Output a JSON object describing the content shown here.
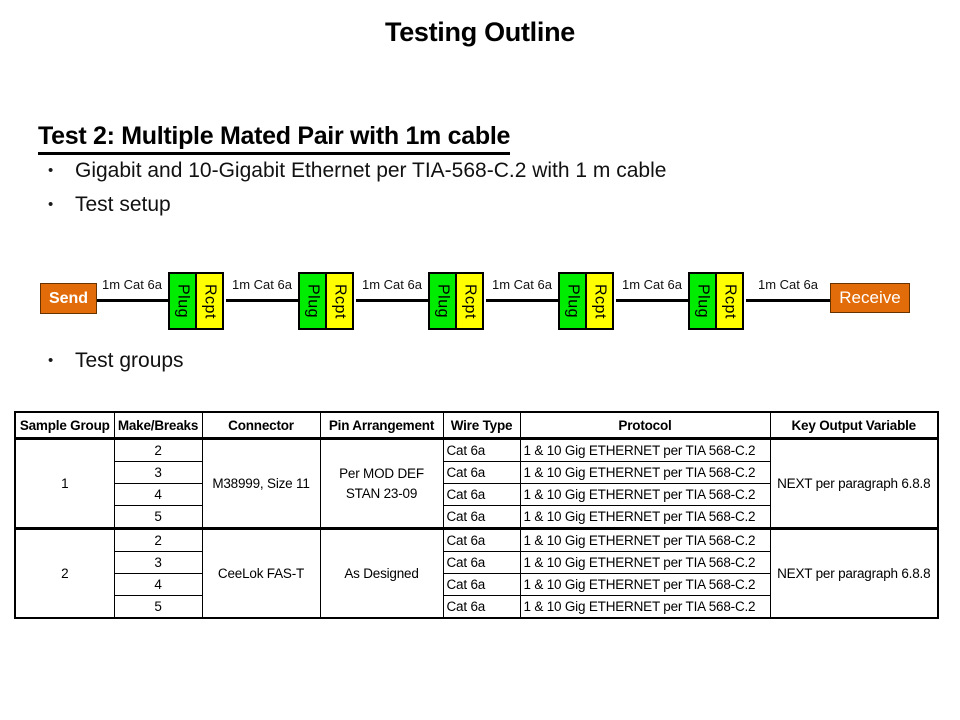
{
  "slide": {
    "title": "Testing Outline"
  },
  "section": {
    "heading": "Test 2: Multiple Mated Pair with 1m cable",
    "bullets": [
      "Gigabit and 10-Gigabit Ethernet per TIA-568-C.2 with 1 m cable",
      "Test setup",
      "Test groups"
    ],
    "bullet_marker": "•"
  },
  "diagram": {
    "send_label": "Send",
    "receive_label": "Receive",
    "cable_label": "1m Cat 6a",
    "plug_label": "Plug",
    "rcpt_label": "Rcpt",
    "num_mated_pairs": 5,
    "num_cable_segments": 6,
    "colors": {
      "endpoint_fill": "#e36c0a",
      "plug_fill": "#00ec00",
      "rcpt_fill": "#ffff00",
      "cable": "#000000"
    }
  },
  "table": {
    "headers": [
      "Sample Group",
      "Make/Breaks",
      "Connector",
      "Pin Arrangement",
      "Wire Type",
      "Protocol",
      "Key Output Variable"
    ],
    "groups": [
      {
        "sample_group": "1",
        "connector": "M38999, Size 11",
        "pin_arrangement": "Per MOD DEF\nSTAN 23-09",
        "key_output_variable": "NEXT per paragraph 6.8.8",
        "rows": [
          {
            "make_breaks": "2",
            "wire_type": "Cat 6a",
            "protocol": "1 & 10 Gig ETHERNET per TIA 568-C.2"
          },
          {
            "make_breaks": "3",
            "wire_type": "Cat 6a",
            "protocol": "1 & 10 Gig ETHERNET per TIA 568-C.2"
          },
          {
            "make_breaks": "4",
            "wire_type": "Cat 6a",
            "protocol": "1 & 10 Gig ETHERNET per TIA 568-C.2"
          },
          {
            "make_breaks": "5",
            "wire_type": "Cat 6a",
            "protocol": "1 & 10 Gig ETHERNET per TIA 568-C.2"
          }
        ]
      },
      {
        "sample_group": "2",
        "connector": "CeeLok FAS-T",
        "pin_arrangement": "As Designed",
        "key_output_variable": "NEXT per paragraph 6.8.8",
        "rows": [
          {
            "make_breaks": "2",
            "wire_type": "Cat 6a",
            "protocol": "1 & 10 Gig ETHERNET per TIA 568-C.2"
          },
          {
            "make_breaks": "3",
            "wire_type": "Cat 6a",
            "protocol": "1 & 10 Gig ETHERNET per TIA 568-C.2"
          },
          {
            "make_breaks": "4",
            "wire_type": "Cat 6a",
            "protocol": "1 & 10 Gig ETHERNET per TIA 568-C.2"
          },
          {
            "make_breaks": "5",
            "wire_type": "Cat 6a",
            "protocol": "1 & 10 Gig ETHERNET per TIA 568-C.2"
          }
        ]
      }
    ]
  }
}
